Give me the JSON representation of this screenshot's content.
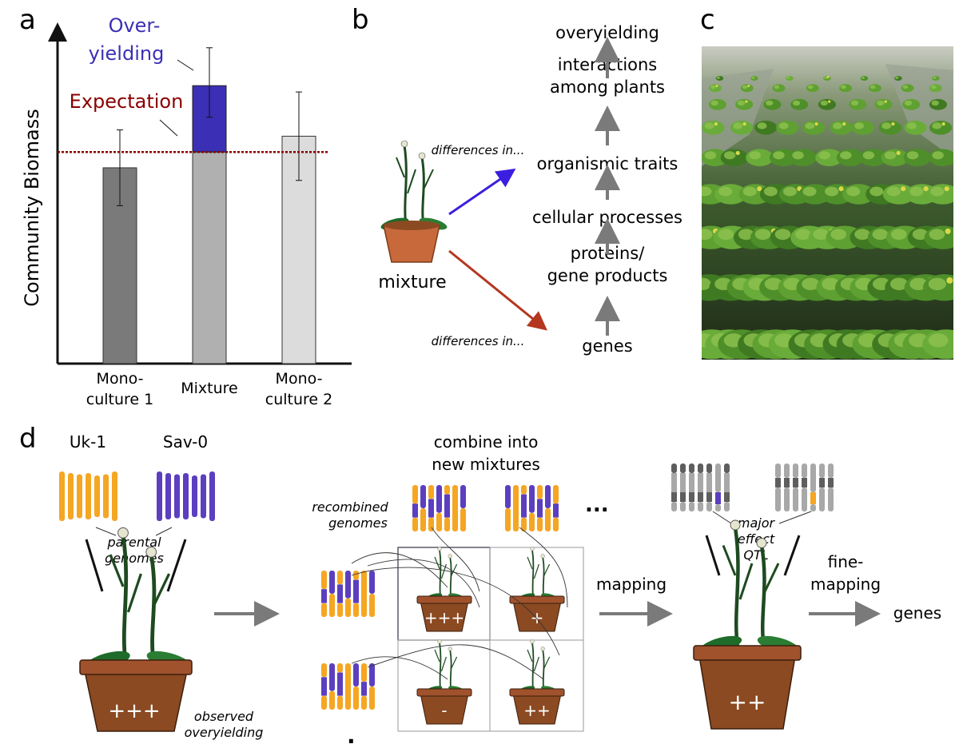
{
  "panel_letters": {
    "a": "a",
    "b": "b",
    "c": "c",
    "d": "d"
  },
  "colors": {
    "overyielding": "#3b2fb5",
    "expectation": "#8b0000",
    "mono1": "#7a7a7a",
    "mixture": "#b0b0b0",
    "mono2": "#dcdcdc",
    "orange_genome": "#f5a623",
    "purple_genome": "#5b3fbf",
    "arrow_blue": "#3b1fe0",
    "arrow_red": "#b5371f",
    "pot": "#c8693c",
    "pot_dark": "#8b4a22",
    "leaf": "#1e6b2a"
  },
  "chart_data": {
    "type": "bar",
    "ylabel": "Community Biomass",
    "categories": [
      "Mono-|culture 1",
      "Mixture",
      "Mono-|culture 2"
    ],
    "values": [
      0.62,
      0.67,
      0.72
    ],
    "overyielding_top": 0.88,
    "error_low": [
      0.5,
      0.78,
      0.58
    ],
    "error_high": [
      0.74,
      1.0,
      0.86
    ],
    "expectation": 0.67,
    "expectation_label": "Expectation",
    "overyielding_label_1": "Over-",
    "overyielding_label_2": "yielding",
    "ylim": [
      0,
      1.05
    ]
  },
  "panel_b": {
    "mixture_label": "mixture",
    "diff_top": "differences in...",
    "diff_bottom": "differences in...",
    "levels": [
      [
        "overyielding"
      ],
      [
        "interactions",
        "among plants"
      ],
      [
        "organismic traits"
      ],
      [
        "cellular processes"
      ],
      [
        "proteins/",
        "gene products"
      ],
      [
        "genes"
      ]
    ]
  },
  "panel_d": {
    "parent1": "Uk-1",
    "parent2": "Sav-0",
    "parental_genomes": [
      "parental",
      "genomes"
    ],
    "combine": [
      "combine into",
      "new mixtures"
    ],
    "recombined": [
      "recombined",
      "genomes"
    ],
    "ellipsis": "...",
    "pot_scores": [
      "+++",
      "+",
      "-",
      "++"
    ],
    "observed": [
      "observed",
      "overyielding"
    ],
    "parent_pot_score": "+++",
    "final_pot_score": "++",
    "mapping": "mapping",
    "fine_mapping": [
      "fine-",
      "mapping"
    ],
    "genes": "genes",
    "qtl": [
      "major",
      "effect",
      "QTL"
    ],
    "dot": "."
  }
}
